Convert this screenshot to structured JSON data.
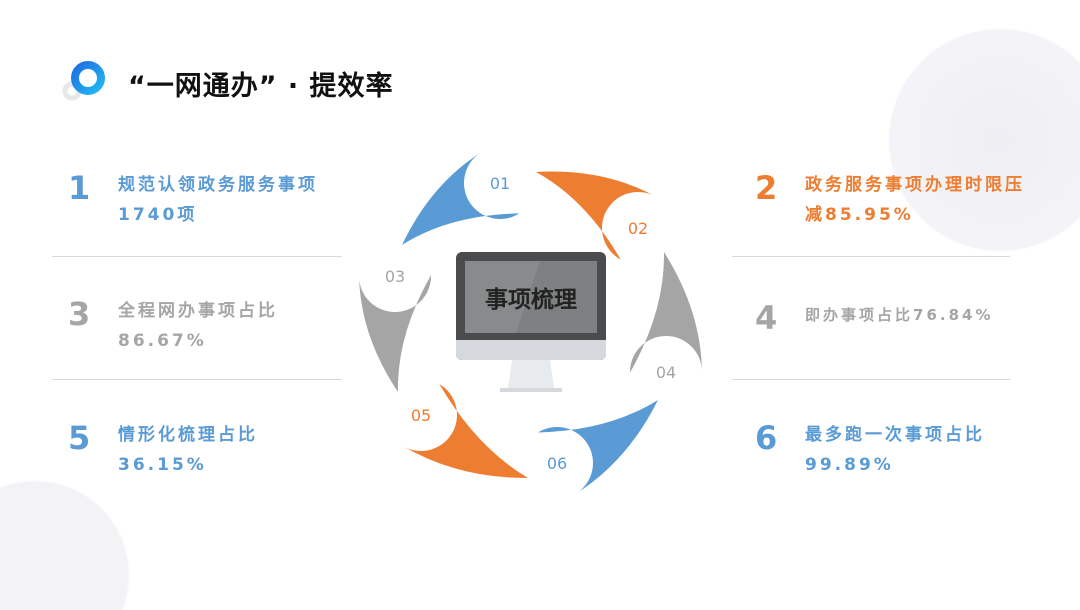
{
  "title": "“一网通办” · 提效率",
  "colors": {
    "blue": "#5b9bd5",
    "orange": "#ed7d31",
    "gray": "#a5a5a5"
  },
  "center_label": "事项梳理",
  "petals": [
    "01",
    "02",
    "03",
    "04",
    "05",
    "06"
  ],
  "items": [
    {
      "num": "1",
      "text": "规范认领政务服务事项1740项"
    },
    {
      "num": "2",
      "text": "政务服务事项办理时限压减85.95%"
    },
    {
      "num": "3",
      "text": "全程网办事项占比86.67%"
    },
    {
      "num": "4",
      "text": "即办事项占比76.84%"
    },
    {
      "num": "5",
      "text": "情形化梳理占比36.15%"
    },
    {
      "num": "6",
      "text": "最多跑一次事项占比99.89%"
    }
  ]
}
